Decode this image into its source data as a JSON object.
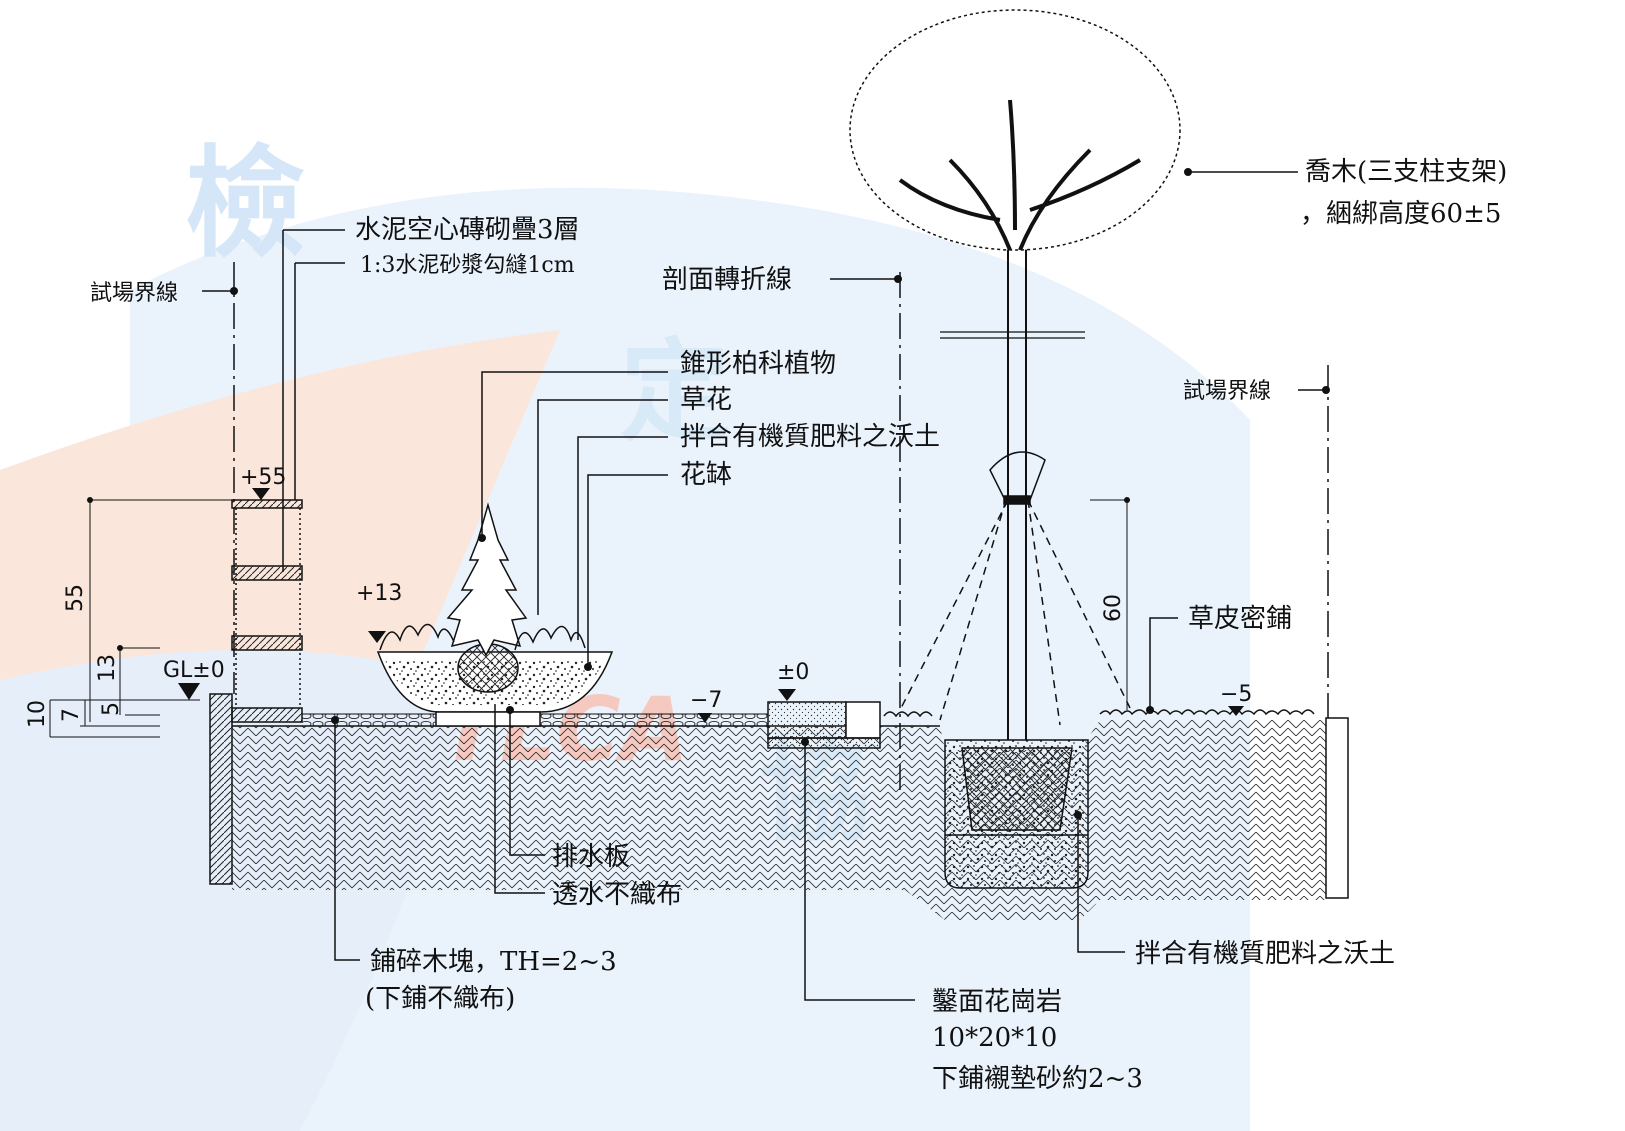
{
  "watermark": {
    "char1": "檢",
    "char2": "定",
    "char3": "協",
    "letters": "TLCA"
  },
  "colors": {
    "wm_blue": "#cfe3f6",
    "wm_orange": "#f8d2c4",
    "wm_red": "#f2c2c2",
    "ink": "#111111"
  },
  "labels": {
    "boundary_left": "試場界線",
    "boundary_right": "試場界線",
    "brick_wall": "水泥空心磚砌疊3層",
    "mortar": "1:3水泥砂漿勾縫1cm",
    "section_break": "剖面轉折線",
    "tree": "喬木(三支柱支架)",
    "tree_bind": "，綑綁高度60±5",
    "conifer": "錐形柏科植物",
    "flowers": "草花",
    "soil_mix_top": "拌合有機質肥料之沃土",
    "flower_bowl": "花缽",
    "turf": "草皮密鋪",
    "drain_board": "排水板",
    "geotextile": "透水不織布",
    "wood_chip": "鋪碎木塊，TH=2~3",
    "wood_chip_under": "(下鋪不織布)",
    "granite": "鑿面花崗岩",
    "granite_size": "10*20*10",
    "granite_bed": "下鋪襯墊砂約2~3",
    "soil_mix_bottom": "拌合有機質肥料之沃土"
  },
  "levels": {
    "wall_top": "+55",
    "bowl_top": "+13",
    "gl": "GL±0",
    "path": "−7",
    "granite": "±0",
    "lawn": "−5"
  },
  "dimensions": {
    "d55": "55",
    "d13": "13",
    "d10": "10",
    "d7": "7",
    "d5": "5",
    "d60": "60"
  }
}
